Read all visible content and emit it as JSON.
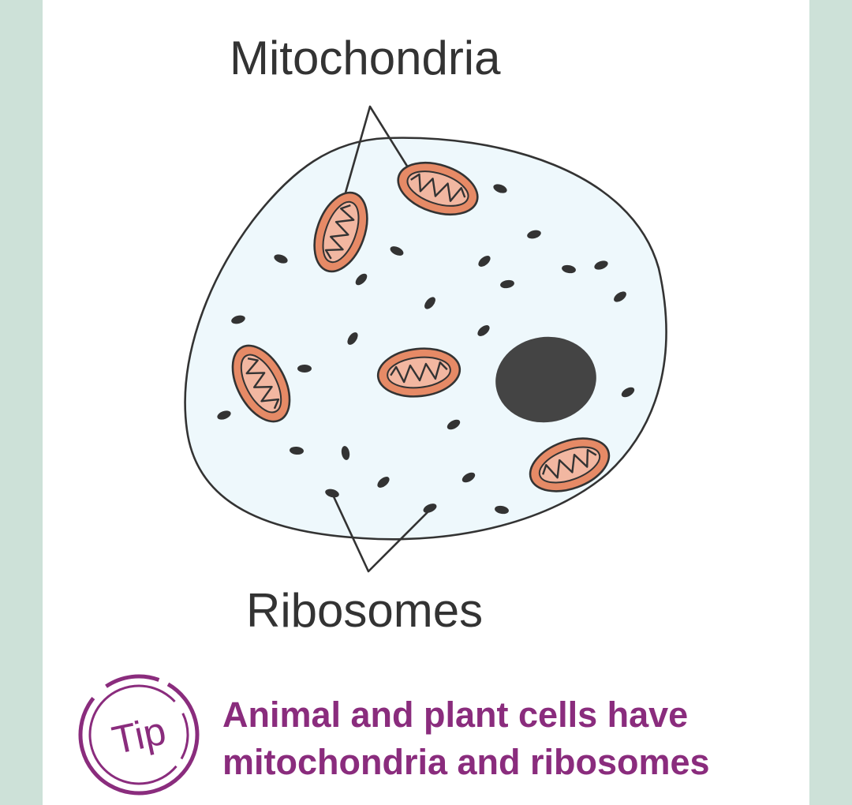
{
  "labels": {
    "mitochondria": "Mitochondria",
    "ribosomes": "Ribosomes"
  },
  "tip": {
    "badge": "Tip",
    "line1": "Animal and plant cells have",
    "line2": "mitochondria and ribosomes"
  },
  "colors": {
    "background": "#cde1d8",
    "panel": "#ffffff",
    "cytoplasm": "#eef8fc",
    "mitochondria_outer": "#e68a66",
    "mitochondria_inner": "#f2b7a1",
    "nucleus": "#444444",
    "outline": "#333333",
    "tip_accent": "#8a2c7d"
  }
}
